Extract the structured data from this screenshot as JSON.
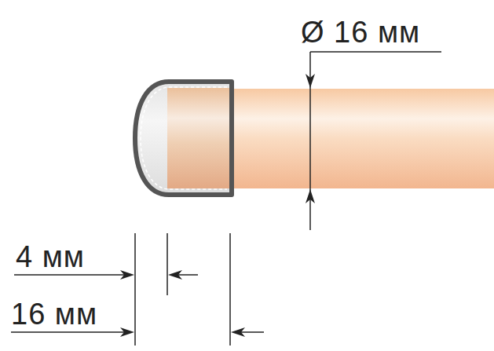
{
  "diagram": {
    "labels": [
      "Ø 16 мм",
      "4 мм",
      "16 мм"
    ]
  }
}
